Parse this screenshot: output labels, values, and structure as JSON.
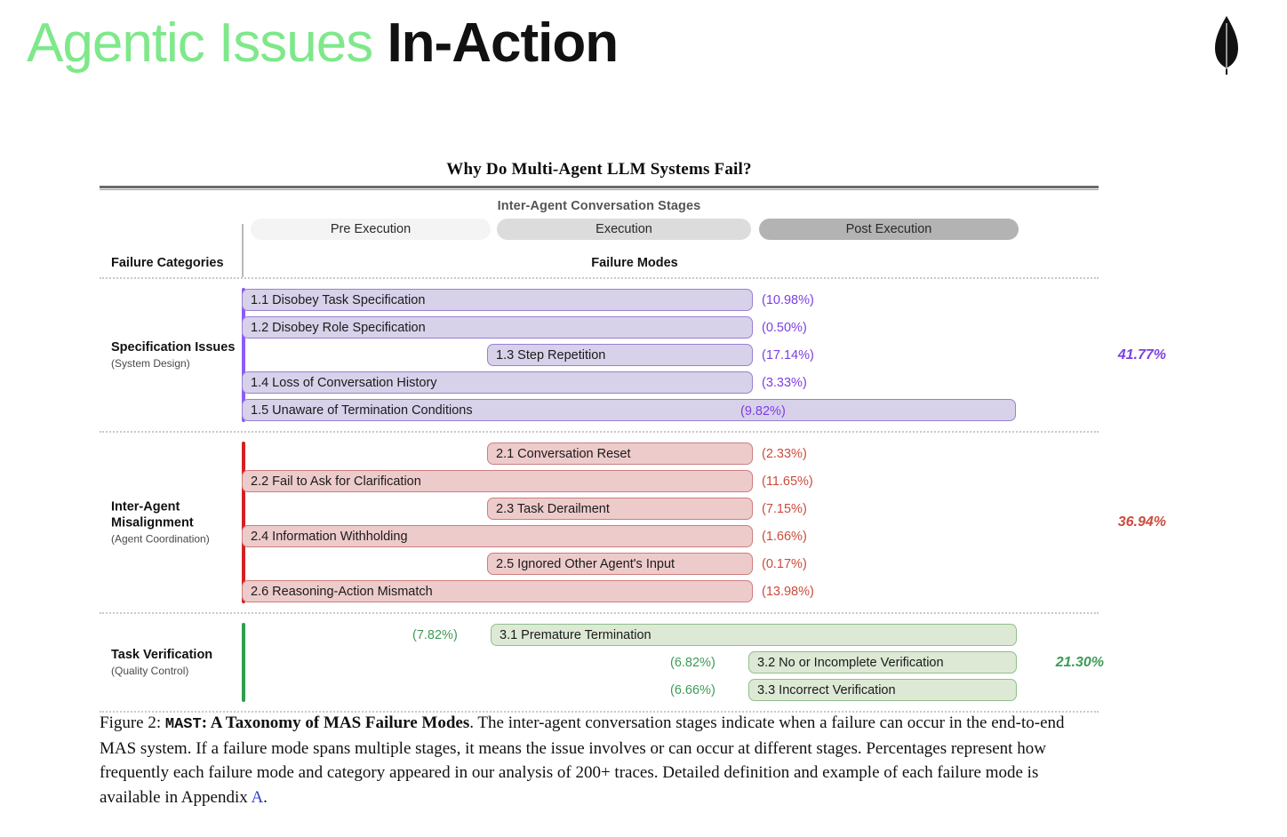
{
  "slide": {
    "title_accent": "Agentic Issues",
    "title_plain": "In-Action",
    "logo_name": "mongodb-leaf-logo"
  },
  "figure": {
    "title": "Why Do Multi-Agent LLM Systems Fail?",
    "stages_caption": "Inter-Agent Conversation Stages",
    "stages": [
      {
        "label": "Pre Execution",
        "color": "#f4f4f4"
      },
      {
        "label": "Execution",
        "color": "#dcdcdc"
      },
      {
        "label": "Post Execution",
        "color": "#b3b3b3"
      }
    ],
    "col_header_left": "Failure Categories",
    "col_header_right": "Failure Modes",
    "caption": {
      "prefix": "Figure 2: ",
      "mast": "MAST",
      "bold_title": ": A Taxonomy of MAS Failure Modes",
      "body": ". The inter-agent conversation stages indicate when a failure can occur in the end-to-end MAS system. If a failure mode spans multiple stages, it means the issue involves or can occur at different stages. Percentages represent how frequently each failure mode and category appeared in our analysis of 200+ traces. Detailed definition and example of each failure mode is available in Appendix ",
      "link": "A",
      "suffix": "."
    }
  },
  "chart_data": {
    "type": "bar",
    "title": "Why Do Multi-Agent LLM Systems Fail?",
    "xlabel": "Inter-Agent Conversation Stages",
    "ylabel": "Failure Modes",
    "grid": false,
    "legend": "none",
    "stage_axis": [
      "Pre Execution",
      "Execution",
      "Post Execution"
    ],
    "categories": [
      {
        "id": "1",
        "name": "Specification Issues",
        "subtitle": "(System Design)",
        "total": "41.77%",
        "color": "#7c3fe4",
        "fill": "#d8d1ea",
        "border": "#9b7fd4",
        "modes": [
          {
            "label": "1.1 Disobey Task Specification",
            "value": 10.98,
            "pct": "(10.98%)",
            "start": 0,
            "end": 575,
            "pct_inside": false
          },
          {
            "label": "1.2 Disobey Role Specification",
            "value": 0.5,
            "pct": "(0.50%)",
            "start": 0,
            "end": 575,
            "pct_inside": false
          },
          {
            "label": "1.3 Step Repetition",
            "value": 17.14,
            "pct": "(17.14%)",
            "start": 276,
            "end": 575,
            "pct_inside": false
          },
          {
            "label": "1.4 Loss of Conversation History",
            "value": 3.33,
            "pct": "(3.33%)",
            "start": 0,
            "end": 575,
            "pct_inside": false
          },
          {
            "label": "1.5 Unaware of Termination Conditions",
            "value": 9.82,
            "pct": "(9.82%)",
            "start": 0,
            "end": 871,
            "pct_inside": true
          }
        ]
      },
      {
        "id": "2",
        "name": "Inter-Agent Misalignment",
        "subtitle": "(Agent Coordination)",
        "total": "36.94%",
        "color": "#cc4b3c",
        "fill": "#eecbcb",
        "border": "#cd7d7d",
        "modes": [
          {
            "label": "2.1 Conversation Reset",
            "value": 2.33,
            "pct": "(2.33%)",
            "start": 276,
            "end": 575,
            "pct_inside": false
          },
          {
            "label": "2.2 Fail to Ask for Clarification",
            "value": 11.65,
            "pct": "(11.65%)",
            "start": 0,
            "end": 575,
            "pct_inside": false
          },
          {
            "label": "2.3 Task Derailment",
            "value": 7.15,
            "pct": "(7.15%)",
            "start": 276,
            "end": 575,
            "pct_inside": false
          },
          {
            "label": "2.4 Information Withholding",
            "value": 1.66,
            "pct": "(1.66%)",
            "start": 0,
            "end": 575,
            "pct_inside": false
          },
          {
            "label": "2.5 Ignored Other Agent's Input",
            "value": 0.17,
            "pct": "(0.17%)",
            "start": 276,
            "end": 575,
            "pct_inside": false
          },
          {
            "label": "2.6 Reasoning-Action Mismatch",
            "value": 13.98,
            "pct": "(13.98%)",
            "start": 0,
            "end": 575,
            "pct_inside": false
          }
        ]
      },
      {
        "id": "3",
        "name": "Task Verification",
        "subtitle": "(Quality Control)",
        "total": "21.30%",
        "color": "#3d9b57",
        "fill": "#dde9d5",
        "border": "#8fbf8a",
        "modes": [
          {
            "label": "3.1  Premature Termination",
            "value": 7.82,
            "pct": "(7.82%)",
            "start": 280,
            "end": 872,
            "pct_left": true
          },
          {
            "label": "3.2 No or Incomplete Verification",
            "value": 6.82,
            "pct": "(6.82%)",
            "start": 570,
            "end": 872,
            "pct_left": true
          },
          {
            "label": "3.3 Incorrect Verification",
            "value": 6.66,
            "pct": "(6.66%)",
            "start": 570,
            "end": 872,
            "pct_left": true
          }
        ]
      }
    ]
  }
}
